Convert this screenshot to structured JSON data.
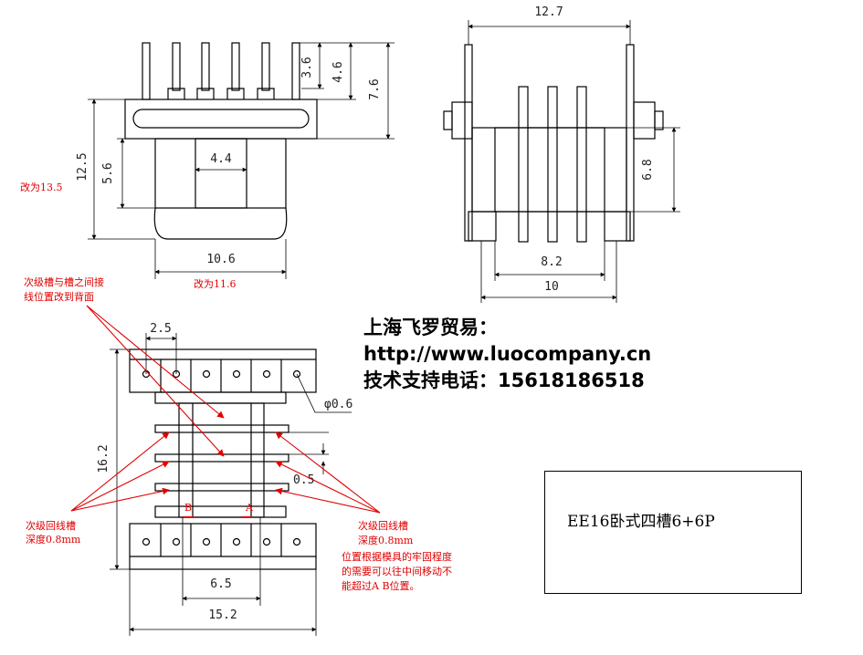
{
  "contact": {
    "company": "上海飞罗贸易：",
    "url": "http://www.luocompany.cn",
    "phone": "技术支持电话：15618186518"
  },
  "title_block": {
    "part_name": "EE16卧式四槽6+6P"
  },
  "front_view": {
    "dims": {
      "d36": "3.6",
      "d46": "4.6",
      "d76": "7.6",
      "d125": "12.5",
      "d56": "5.6",
      "d44": "4.4",
      "d106": "10.6"
    },
    "notes": {
      "change_135": "改为13.5",
      "change_116": "改为11.6"
    }
  },
  "side_view": {
    "dims": {
      "d127": "12.7",
      "d68": "6.8",
      "d82": "8.2",
      "d10": "10"
    }
  },
  "bottom_view": {
    "dims": {
      "d25": "2.5",
      "dia06": "φ0.6",
      "d162": "16.2",
      "d05": "0.5",
      "d65": "6.5",
      "d152": "15.2"
    },
    "labels": {
      "b": "B",
      "a": "A"
    },
    "notes": {
      "slot_move_1": "次级槽与槽之间接",
      "slot_move_2": "线位置改到背面",
      "groove_left_1": "次级回线槽",
      "groove_left_2": "深度0.8mm",
      "groove_right_1": "次级回线槽",
      "groove_right_2": "深度0.8mm",
      "position_1": "位置根据模具的牢固程度",
      "position_2": "的需要可以往中间移动不",
      "position_3": "能超过A B位置。"
    }
  }
}
